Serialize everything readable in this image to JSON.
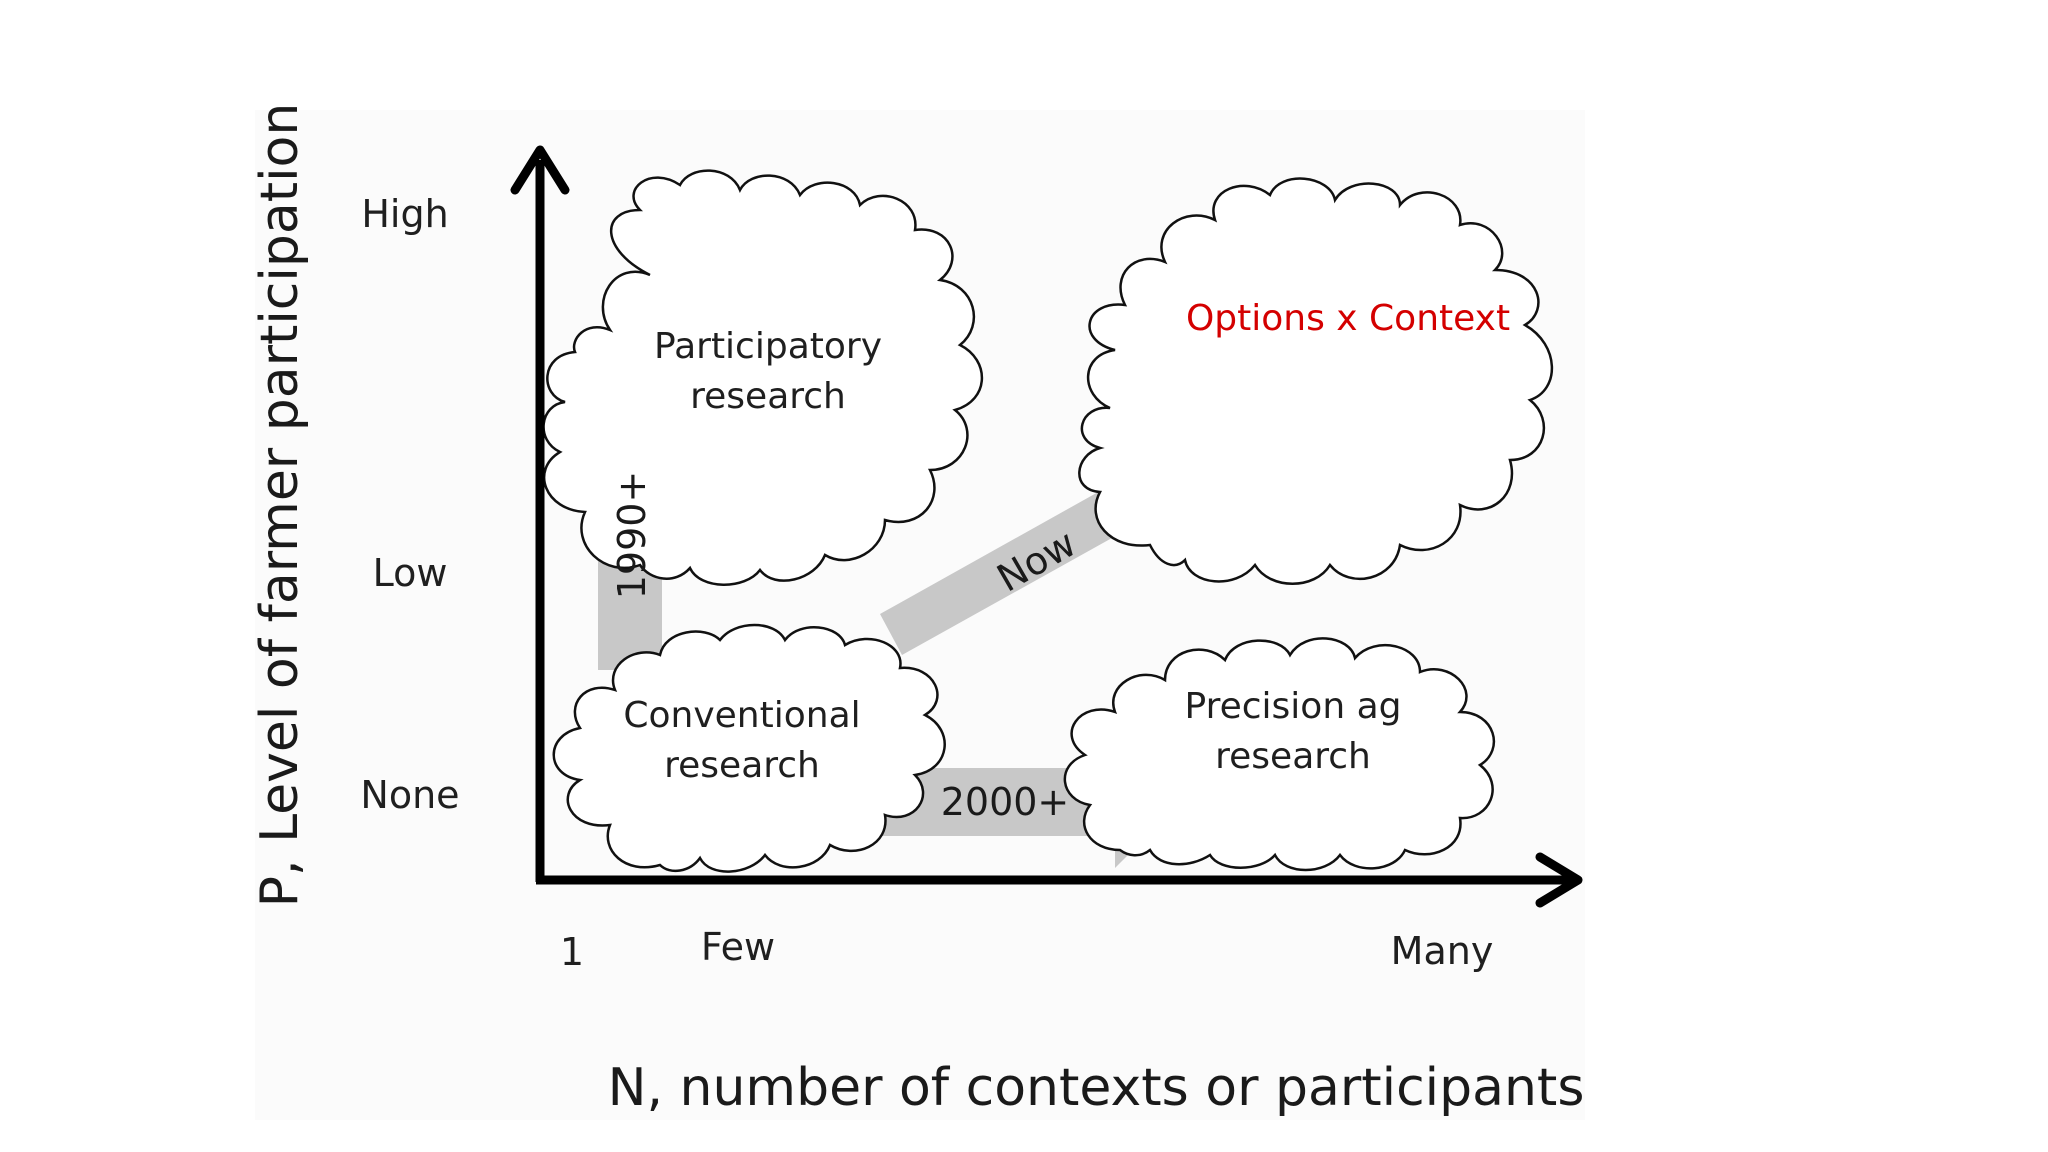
{
  "y_axis": {
    "title": "P, Level of farmer participation",
    "ticks": [
      "High",
      "Low",
      "None"
    ]
  },
  "x_axis": {
    "title": "N, number of contexts or participants",
    "ticks": [
      "1",
      "Few",
      "Many"
    ]
  },
  "clouds": {
    "participatory": [
      "Participatory",
      "research"
    ],
    "conventional": [
      "Conventional",
      "research"
    ],
    "precision": [
      "Precision ag",
      "research"
    ],
    "options": "Options x Context"
  },
  "arrows": {
    "up": "1990+",
    "right": "2000+",
    "diagonal": "Now"
  },
  "colors": {
    "options_text": "#d40000",
    "arrow_fill": "#c8c8c8",
    "axis": "#000000",
    "plot_background": "#fbfbfb"
  }
}
